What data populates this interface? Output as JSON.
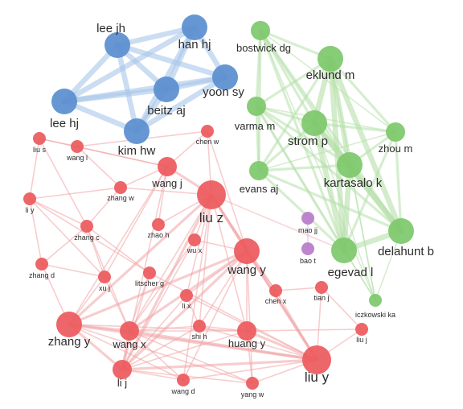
{
  "clusters": [
    {
      "id": "blue",
      "color": "#5b8fd0",
      "edge_color": "#a9c6ea"
    },
    {
      "id": "green",
      "color": "#7ec86c",
      "edge_color": "#b5e0a9"
    },
    {
      "id": "red",
      "color": "#ec5a5e",
      "edge_color": "#f1a4a6"
    },
    {
      "id": "purple",
      "color": "#b87cc9",
      "edge_color": "#d8b4e2"
    }
  ],
  "nodes": [
    {
      "id": "lee jh",
      "label": "lee jh",
      "cluster": "blue",
      "weight": 3
    },
    {
      "id": "han hj",
      "label": "han hj",
      "cluster": "blue",
      "weight": 3
    },
    {
      "id": "lee hj",
      "label": "lee hj",
      "cluster": "blue",
      "weight": 3
    },
    {
      "id": "beitz aj",
      "label": "beitz aj",
      "cluster": "blue",
      "weight": 3
    },
    {
      "id": "yoon sy",
      "label": "yoon sy",
      "cluster": "blue",
      "weight": 3
    },
    {
      "id": "kim hw",
      "label": "kim hw",
      "cluster": "blue",
      "weight": 3
    },
    {
      "id": "bostwick dg",
      "label": "bostwick dg",
      "cluster": "green",
      "weight": 2
    },
    {
      "id": "eklund m",
      "label": "eklund m",
      "cluster": "green",
      "weight": 3
    },
    {
      "id": "varma m",
      "label": "varma m",
      "cluster": "green",
      "weight": 2
    },
    {
      "id": "strom p",
      "label": "strom p",
      "cluster": "green",
      "weight": 3
    },
    {
      "id": "zhou m",
      "label": "zhou m",
      "cluster": "green",
      "weight": 2
    },
    {
      "id": "kartasalo k",
      "label": "kartasalo k",
      "cluster": "green",
      "weight": 3
    },
    {
      "id": "evans aj",
      "label": "evans aj",
      "cluster": "green",
      "weight": 2
    },
    {
      "id": "delahunt b",
      "label": "delahunt b",
      "cluster": "green",
      "weight": 3
    },
    {
      "id": "egevad l",
      "label": "egevad l",
      "cluster": "green",
      "weight": 3
    },
    {
      "id": "iczkowski ka",
      "label": "iczkowski ka",
      "cluster": "green",
      "weight": 1
    },
    {
      "id": "mao jj",
      "label": "mao jj",
      "cluster": "purple",
      "weight": 1
    },
    {
      "id": "bao t",
      "label": "bao t",
      "cluster": "purple",
      "weight": 1
    },
    {
      "id": "liu s",
      "label": "liu s",
      "cluster": "red",
      "weight": 1
    },
    {
      "id": "wang l",
      "label": "wang l",
      "cluster": "red",
      "weight": 1
    },
    {
      "id": "chen w",
      "label": "chen w",
      "cluster": "red",
      "weight": 1
    },
    {
      "id": "wang j",
      "label": "wang j",
      "cluster": "red",
      "weight": 2
    },
    {
      "id": "zhang w",
      "label": "zhang w",
      "cluster": "red",
      "weight": 1
    },
    {
      "id": "li y",
      "label": "li y",
      "cluster": "red",
      "weight": 1
    },
    {
      "id": "liu z",
      "label": "liu z",
      "cluster": "red",
      "weight": 4
    },
    {
      "id": "zhang c",
      "label": "zhang c",
      "cluster": "red",
      "weight": 1
    },
    {
      "id": "zhao h",
      "label": "zhao h",
      "cluster": "red",
      "weight": 1
    },
    {
      "id": "wu x",
      "label": "wu x",
      "cluster": "red",
      "weight": 1
    },
    {
      "id": "wang y",
      "label": "wang y",
      "cluster": "red",
      "weight": 3
    },
    {
      "id": "zhang d",
      "label": "zhang d",
      "cluster": "red",
      "weight": 1
    },
    {
      "id": "xu j",
      "label": "xu j",
      "cluster": "red",
      "weight": 1
    },
    {
      "id": "litscher g",
      "label": "litscher g",
      "cluster": "red",
      "weight": 1
    },
    {
      "id": "li x",
      "label": "li x",
      "cluster": "red",
      "weight": 1
    },
    {
      "id": "chen x",
      "label": "chen x",
      "cluster": "red",
      "weight": 1
    },
    {
      "id": "tian j",
      "label": "tian j",
      "cluster": "red",
      "weight": 1
    },
    {
      "id": "zhang y",
      "label": "zhang y",
      "cluster": "red",
      "weight": 3
    },
    {
      "id": "wang x",
      "label": "wang x",
      "cluster": "red",
      "weight": 2
    },
    {
      "id": "shi h",
      "label": "shi h",
      "cluster": "red",
      "weight": 1
    },
    {
      "id": "huang y",
      "label": "huang y",
      "cluster": "red",
      "weight": 2
    },
    {
      "id": "liu j",
      "label": "liu j",
      "cluster": "red",
      "weight": 1
    },
    {
      "id": "li j",
      "label": "li j",
      "cluster": "red",
      "weight": 2
    },
    {
      "id": "wang d",
      "label": "wang d",
      "cluster": "red",
      "weight": 1
    },
    {
      "id": "yang w",
      "label": "yang w",
      "cluster": "red",
      "weight": 1
    },
    {
      "id": "liu y",
      "label": "liu y",
      "cluster": "red",
      "weight": 4
    }
  ],
  "edges": [
    [
      "lee jh",
      "han hj",
      3
    ],
    [
      "lee jh",
      "lee hj",
      3
    ],
    [
      "lee jh",
      "beitz aj",
      3
    ],
    [
      "lee jh",
      "yoon sy",
      3
    ],
    [
      "lee jh",
      "kim hw",
      3
    ],
    [
      "han hj",
      "lee hj",
      3
    ],
    [
      "han hj",
      "beitz aj",
      3
    ],
    [
      "han hj",
      "yoon sy",
      3
    ],
    [
      "han hj",
      "kim hw",
      3
    ],
    [
      "lee hj",
      "beitz aj",
      3
    ],
    [
      "lee hj",
      "yoon sy",
      3
    ],
    [
      "lee hj",
      "kim hw",
      3
    ],
    [
      "beitz aj",
      "yoon sy",
      3
    ],
    [
      "beitz aj",
      "kim hw",
      3
    ],
    [
      "yoon sy",
      "kim hw",
      3
    ],
    [
      "bostwick dg",
      "eklund m",
      2
    ],
    [
      "bostwick dg",
      "varma m",
      2
    ],
    [
      "bostwick dg",
      "strom p",
      2
    ],
    [
      "bostwick dg",
      "kartasalo k",
      2
    ],
    [
      "bostwick dg",
      "delahunt b",
      2
    ],
    [
      "bostwick dg",
      "egevad l",
      2
    ],
    [
      "bostwick dg",
      "evans aj",
      2
    ],
    [
      "bostwick dg",
      "zhou m",
      1
    ],
    [
      "bostwick dg",
      "iczkowski ka",
      1
    ],
    [
      "eklund m",
      "varma m",
      2
    ],
    [
      "eklund m",
      "strom p",
      3
    ],
    [
      "eklund m",
      "zhou m",
      2
    ],
    [
      "eklund m",
      "kartasalo k",
      3
    ],
    [
      "eklund m",
      "evans aj",
      2
    ],
    [
      "eklund m",
      "delahunt b",
      3
    ],
    [
      "eklund m",
      "egevad l",
      3
    ],
    [
      "eklund m",
      "iczkowski ka",
      1
    ],
    [
      "varma m",
      "strom p",
      2
    ],
    [
      "varma m",
      "kartasalo k",
      2
    ],
    [
      "varma m",
      "evans aj",
      2
    ],
    [
      "varma m",
      "delahunt b",
      2
    ],
    [
      "varma m",
      "egevad l",
      2
    ],
    [
      "varma m",
      "zhou m",
      1
    ],
    [
      "varma m",
      "iczkowski ka",
      1
    ],
    [
      "strom p",
      "zhou m",
      2
    ],
    [
      "strom p",
      "kartasalo k",
      3
    ],
    [
      "strom p",
      "evans aj",
      2
    ],
    [
      "strom p",
      "delahunt b",
      3
    ],
    [
      "strom p",
      "egevad l",
      3
    ],
    [
      "strom p",
      "iczkowski ka",
      1
    ],
    [
      "zhou m",
      "kartasalo k",
      2
    ],
    [
      "zhou m",
      "delahunt b",
      2
    ],
    [
      "zhou m",
      "egevad l",
      2
    ],
    [
      "zhou m",
      "evans aj",
      1
    ],
    [
      "kartasalo k",
      "evans aj",
      2
    ],
    [
      "kartasalo k",
      "delahunt b",
      3
    ],
    [
      "kartasalo k",
      "egevad l",
      3
    ],
    [
      "kartasalo k",
      "iczkowski ka",
      1
    ],
    [
      "evans aj",
      "delahunt b",
      2
    ],
    [
      "evans aj",
      "egevad l",
      2
    ],
    [
      "delahunt b",
      "egevad l",
      3
    ],
    [
      "delahunt b",
      "iczkowski ka",
      1
    ],
    [
      "egevad l",
      "iczkowski ka",
      1
    ],
    [
      "mao jj",
      "bao t",
      1
    ],
    [
      "liu s",
      "wang l",
      1
    ],
    [
      "liu s",
      "li y",
      1
    ],
    [
      "liu s",
      "zhang c",
      1
    ],
    [
      "liu s",
      "wang j",
      1
    ],
    [
      "wang l",
      "chen w",
      1
    ],
    [
      "wang l",
      "zhang w",
      1
    ],
    [
      "wang l",
      "wang j",
      1
    ],
    [
      "chen w",
      "liu z",
      1
    ],
    [
      "chen w",
      "wang y",
      1
    ],
    [
      "chen w",
      "wang j",
      1
    ],
    [
      "wang j",
      "liu z",
      2
    ],
    [
      "wang j",
      "zhang w",
      1
    ],
    [
      "wang j",
      "zhang y",
      1
    ],
    [
      "wang j",
      "zhao h",
      1
    ],
    [
      "wang j",
      "li j",
      1
    ],
    [
      "wang j",
      "xu j",
      1
    ],
    [
      "zhang w",
      "zhang c",
      1
    ],
    [
      "zhang w",
      "li y",
      1
    ],
    [
      "zhang w",
      "liu z",
      1
    ],
    [
      "li y",
      "zhang c",
      1
    ],
    [
      "li y",
      "zhang d",
      1
    ],
    [
      "li y",
      "xu j",
      1
    ],
    [
      "li y",
      "litscher g",
      1
    ],
    [
      "zhang c",
      "zhang d",
      1
    ],
    [
      "zhang c",
      "xu j",
      1
    ],
    [
      "zhang c",
      "litscher g",
      1
    ],
    [
      "zhang c",
      "wang x",
      1
    ],
    [
      "zhang d",
      "zhang y",
      1
    ],
    [
      "zhang d",
      "xu j",
      1
    ],
    [
      "liu z",
      "wang y",
      2
    ],
    [
      "liu z",
      "wu x",
      1
    ],
    [
      "liu z",
      "liu y",
      2
    ],
    [
      "liu z",
      "wang x",
      1
    ],
    [
      "liu z",
      "li j",
      2
    ],
    [
      "liu z",
      "zhang y",
      2
    ],
    [
      "liu z",
      "huang y",
      1
    ],
    [
      "liu z",
      "li x",
      1
    ],
    [
      "liu z",
      "shi h",
      1
    ],
    [
      "liu z",
      "zhao h",
      1
    ],
    [
      "liu z",
      "chen x",
      1
    ],
    [
      "liu z",
      "wang d",
      1
    ],
    [
      "liu z",
      "egevad l",
      1
    ],
    [
      "wu x",
      "wang y",
      1
    ],
    [
      "wu x",
      "li j",
      1
    ],
    [
      "wu x",
      "wang x",
      1
    ],
    [
      "wang y",
      "liu y",
      2
    ],
    [
      "wang y",
      "li j",
      2
    ],
    [
      "wang y",
      "wang x",
      2
    ],
    [
      "wang y",
      "zhang y",
      2
    ],
    [
      "wang y",
      "chen x",
      1
    ],
    [
      "wang y",
      "huang y",
      1
    ],
    [
      "wang y",
      "li x",
      1
    ],
    [
      "wang y",
      "yang w",
      1
    ],
    [
      "wang y",
      "wang d",
      1
    ],
    [
      "wang y",
      "shi h",
      1
    ],
    [
      "xu j",
      "zhang y",
      1
    ],
    [
      "xu j",
      "wang x",
      1
    ],
    [
      "litscher g",
      "wang x",
      1
    ],
    [
      "litscher g",
      "li j",
      1
    ],
    [
      "litscher g",
      "liu y",
      1
    ],
    [
      "li x",
      "shi h",
      1
    ],
    [
      "li x",
      "liu y",
      1
    ],
    [
      "li x",
      "li j",
      1
    ],
    [
      "chen x",
      "liu y",
      1
    ],
    [
      "chen x",
      "tian j",
      1
    ],
    [
      "tian j",
      "liu y",
      1
    ],
    [
      "tian j",
      "liu j",
      1
    ],
    [
      "zhang y",
      "wang x",
      2
    ],
    [
      "zhang y",
      "li j",
      2
    ],
    [
      "zhang y",
      "liu y",
      2
    ],
    [
      "zhang y",
      "huang y",
      1
    ],
    [
      "zhang y",
      "wang d",
      1
    ],
    [
      "zhang y",
      "yang w",
      1
    ],
    [
      "wang x",
      "li j",
      2
    ],
    [
      "wang x",
      "liu y",
      2
    ],
    [
      "wang x",
      "huang y",
      1
    ],
    [
      "wang x",
      "shi h",
      1
    ],
    [
      "wang x",
      "wang d",
      1
    ],
    [
      "wang x",
      "yang w",
      1
    ],
    [
      "shi h",
      "liu y",
      1
    ],
    [
      "shi h",
      "li j",
      1
    ],
    [
      "shi h",
      "huang y",
      1
    ],
    [
      "huang y",
      "liu y",
      2
    ],
    [
      "huang y",
      "li j",
      1
    ],
    [
      "huang y",
      "yang w",
      1
    ],
    [
      "liu j",
      "liu y",
      1
    ],
    [
      "liu j",
      "huang y",
      1
    ],
    [
      "li j",
      "liu y",
      2
    ],
    [
      "li j",
      "wang d",
      1
    ],
    [
      "li j",
      "yang w",
      1
    ],
    [
      "wang d",
      "liu y",
      1
    ],
    [
      "yang w",
      "liu y",
      1
    ]
  ]
}
